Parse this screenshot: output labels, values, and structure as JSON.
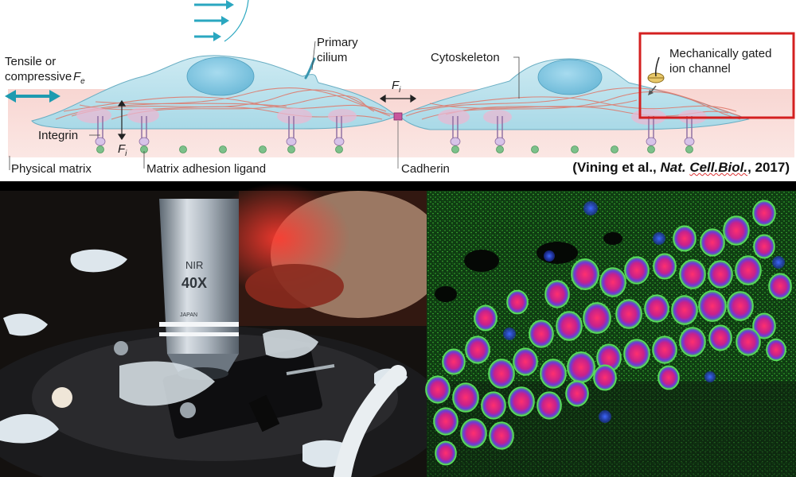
{
  "diagram": {
    "labels": {
      "tensile": "Tensile or",
      "compressive": "compressive",
      "fe_symbol": "F",
      "fe_sub": "e",
      "primary_cilium_1": "Primary",
      "primary_cilium_2": "cilium",
      "cytoskeleton": "Cytoskeleton",
      "channel_1": "Mechanically gated",
      "channel_2": "ion channel",
      "fi_symbol": "F",
      "fi_sub": "i",
      "integrin": "Integrin",
      "physical_matrix": "Physical matrix",
      "matrix_adhesion_ligand": "Matrix adhesion ligand",
      "cadherin": "Cadherin"
    },
    "citation": {
      "open": "(Vining et al., ",
      "journal_a": "Nat. ",
      "journal_b": "Cell.Biol.",
      "close": ", 2017)"
    },
    "colors": {
      "cell": "#bfe4ee",
      "nucleus": "#8ccbe4",
      "matrix": "#f6cfcc",
      "fiber": "#e57a6e",
      "force_arrow": "#1e9bb0",
      "highlight_box": "#d42020",
      "ligand": "#7cc08a"
    }
  },
  "photos": {
    "microscope_icon": "microscope-objective-photo",
    "fluorescence_icon": "fluorescence-tissue-photo",
    "lens_text_1": "NIR",
    "lens_text_2": "40X",
    "lens_text_3": "JAPAN"
  }
}
